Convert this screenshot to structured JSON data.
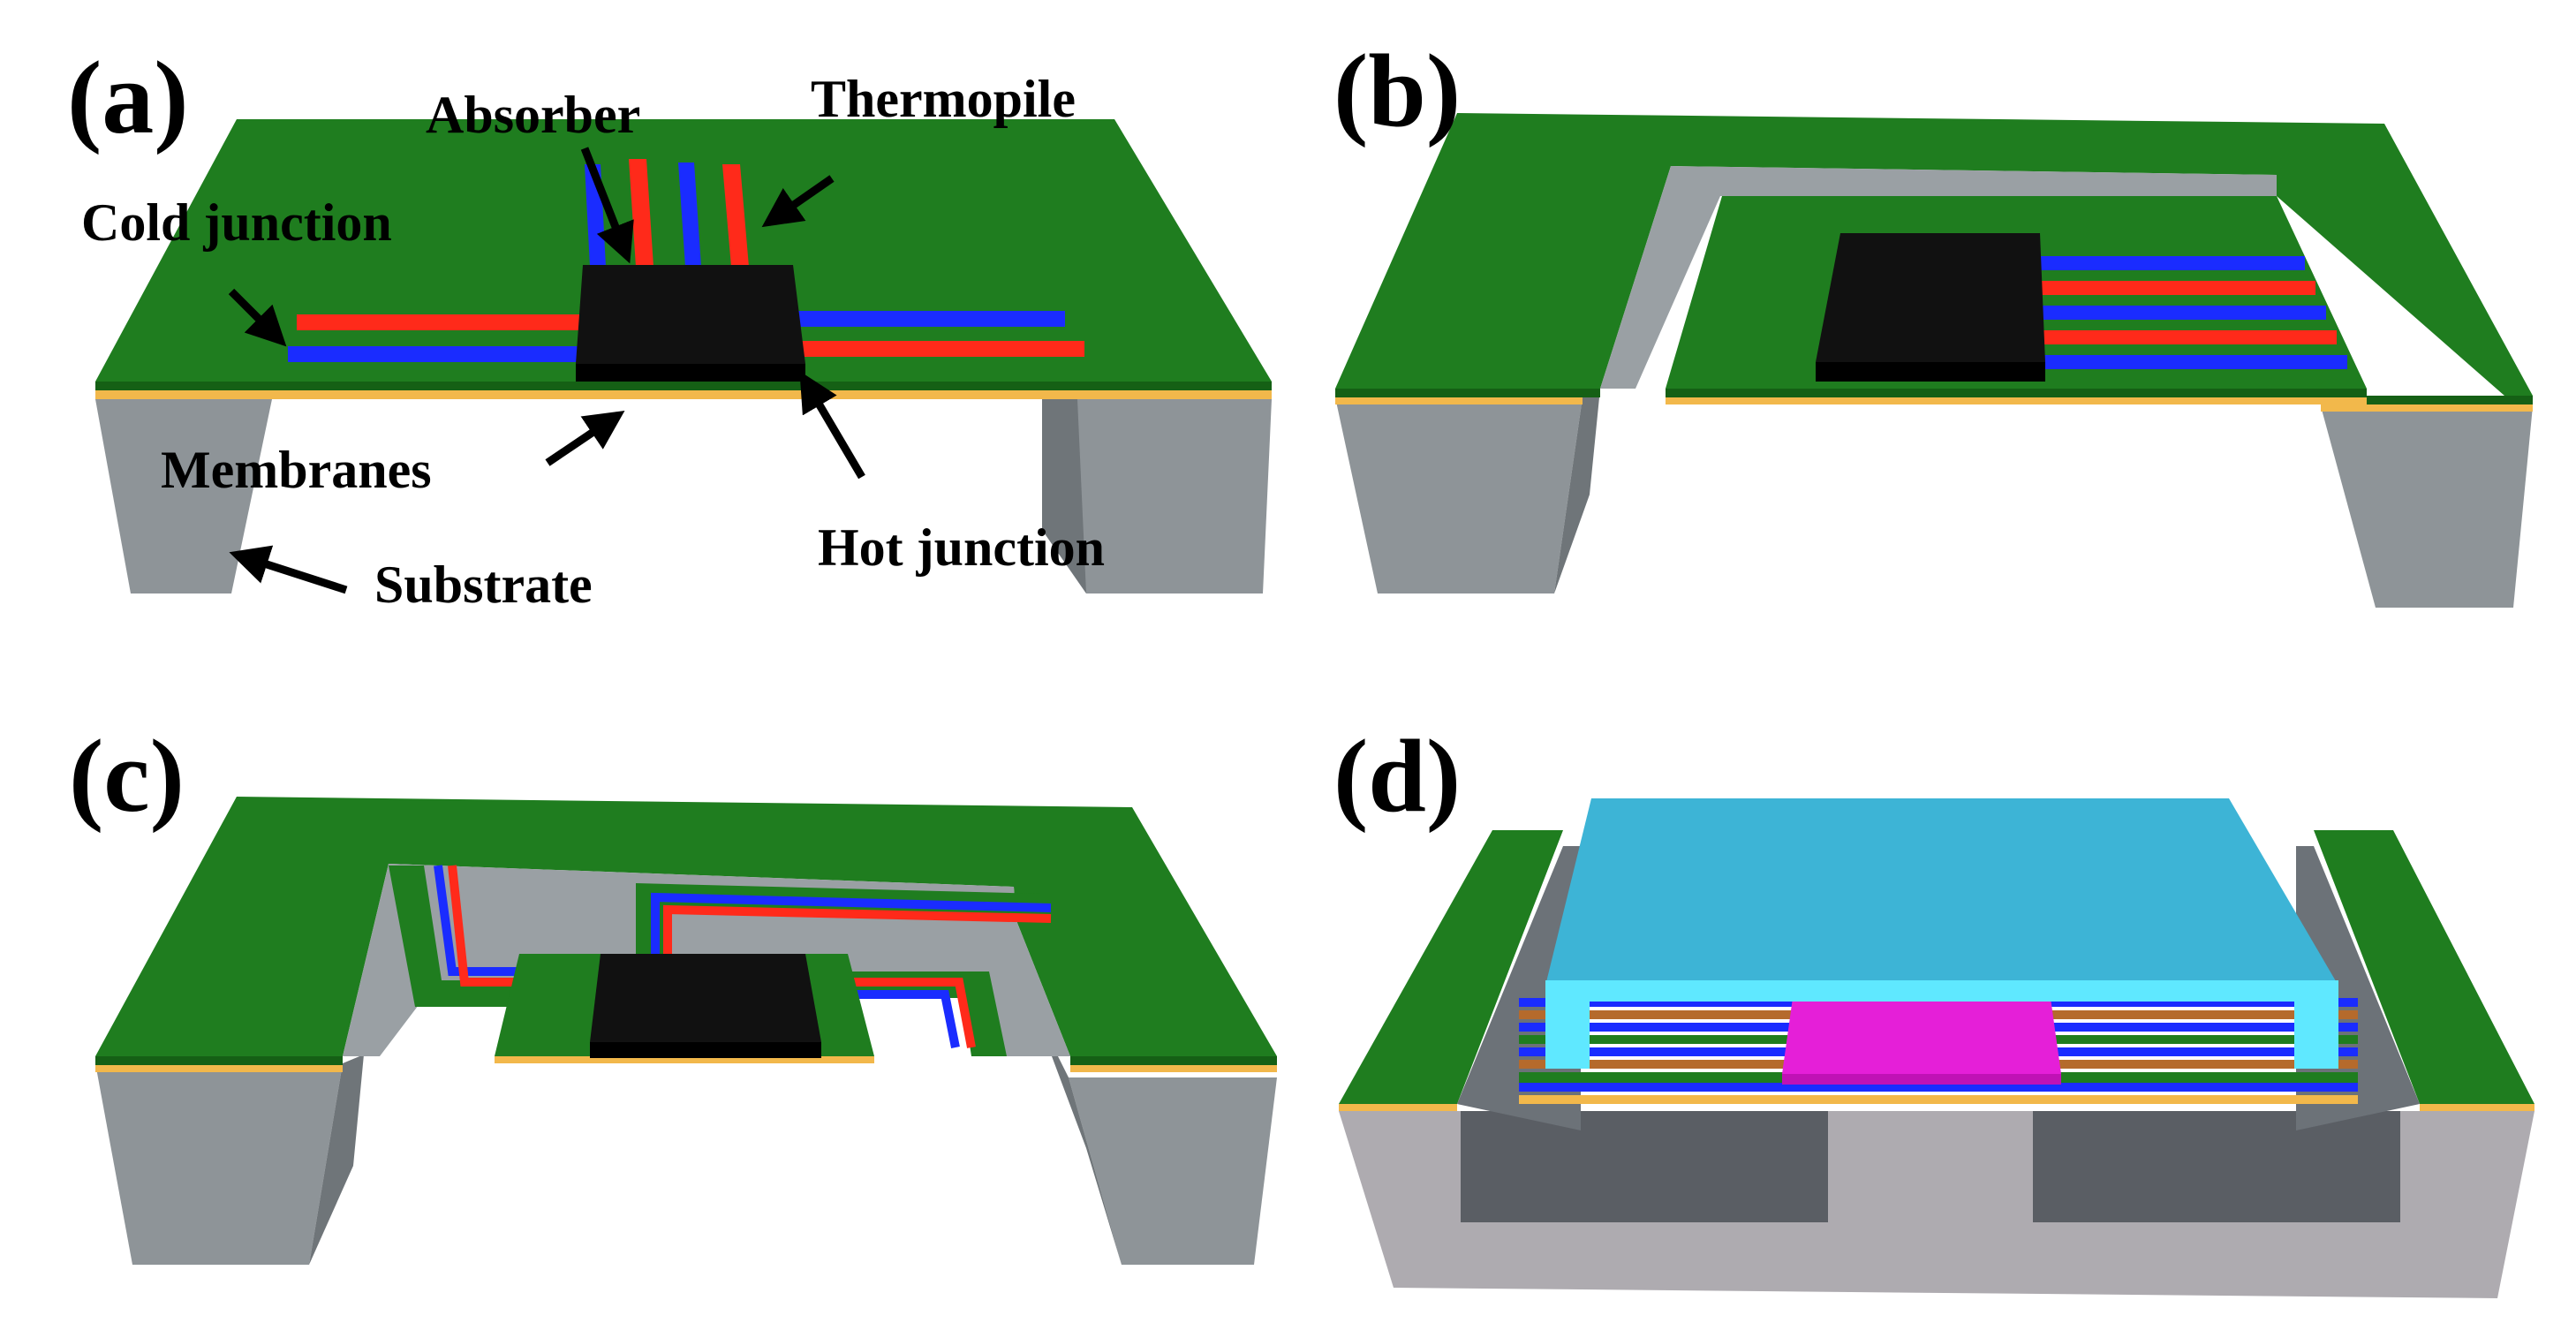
{
  "panels": [
    {
      "label": "(a)"
    },
    {
      "label": "(b)"
    },
    {
      "label": "(c)"
    },
    {
      "label": "(d)"
    }
  ],
  "annotations": {
    "absorber": "Absorber",
    "thermopile": "Thermopile",
    "cold_junction": "Cold junction",
    "membranes": "Membranes",
    "hot_junction": "Hot junction",
    "substrate": "Substrate"
  },
  "colors": {
    "membrane_top": "#1f7d1f",
    "membrane_front": "#156015",
    "support_layer": "#f2b84b",
    "substrate_front": "#8e9498",
    "substrate_side": "#6f7579",
    "absorber": "#111111",
    "thermo_red": "#ff2a1a",
    "thermo_blue": "#1a2cff",
    "cap_cyan": "#3db4d6",
    "cap_edge": "#5fe8ff",
    "magenta_absorber": "#e51fd8"
  }
}
